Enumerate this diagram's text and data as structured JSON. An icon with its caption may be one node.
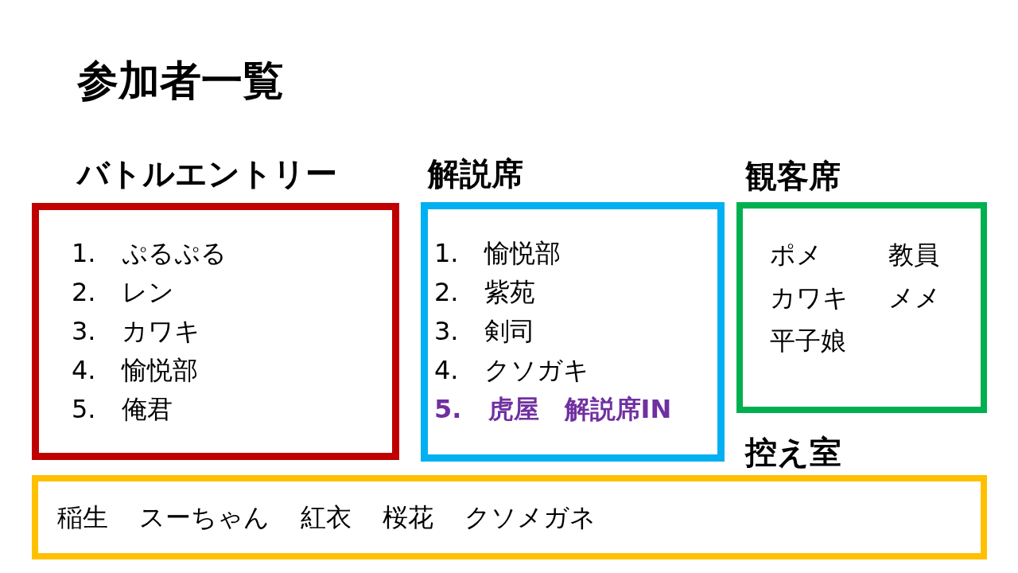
{
  "diagram": {
    "title": "参加者一覧",
    "nodes": [
      {
        "text": [
          "バトルエントリー",
          "1. ぷるぷる",
          "2. レン",
          "3. カワキ",
          "4. 愉悦部",
          "5. 俺君"
        ]
      },
      {
        "text": [
          "解説席",
          "1. 愉悦部",
          "2. 紫苑",
          "3. 剣司",
          "4. クソガキ",
          "5. 虎屋　解説席IN"
        ]
      },
      {
        "text": [
          "観客席",
          "ポメ",
          "教員",
          "カワキ",
          "メメ",
          "平子娘"
        ]
      },
      {
        "text": [
          "控え室",
          "稲生",
          "スーちゃん",
          "紅衣",
          "桜花",
          "クソメガネ"
        ]
      }
    ]
  }
}
